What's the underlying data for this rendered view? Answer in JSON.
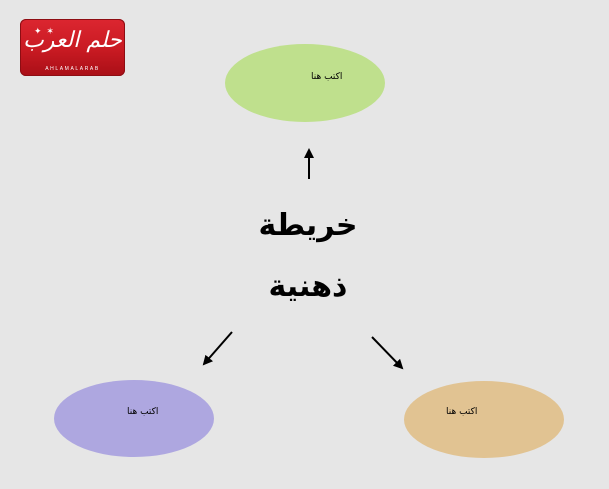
{
  "logo": {
    "name": "حلم العرب",
    "tagline": "AHLAMALARAB",
    "color": "#c81a22"
  },
  "title": {
    "line1": "خريطة",
    "line2": "ذهنية"
  },
  "nodes": {
    "top": {
      "label": "اكتب هنا",
      "color": "#bfe08d"
    },
    "left": {
      "label": "اكتب هنا",
      "color": "#aea7e0"
    },
    "right": {
      "label": "اكتب هنا",
      "color": "#e1c392"
    }
  },
  "colors": {
    "background": "#e6e6e6",
    "arrow": "#000000",
    "text": "#000000"
  }
}
